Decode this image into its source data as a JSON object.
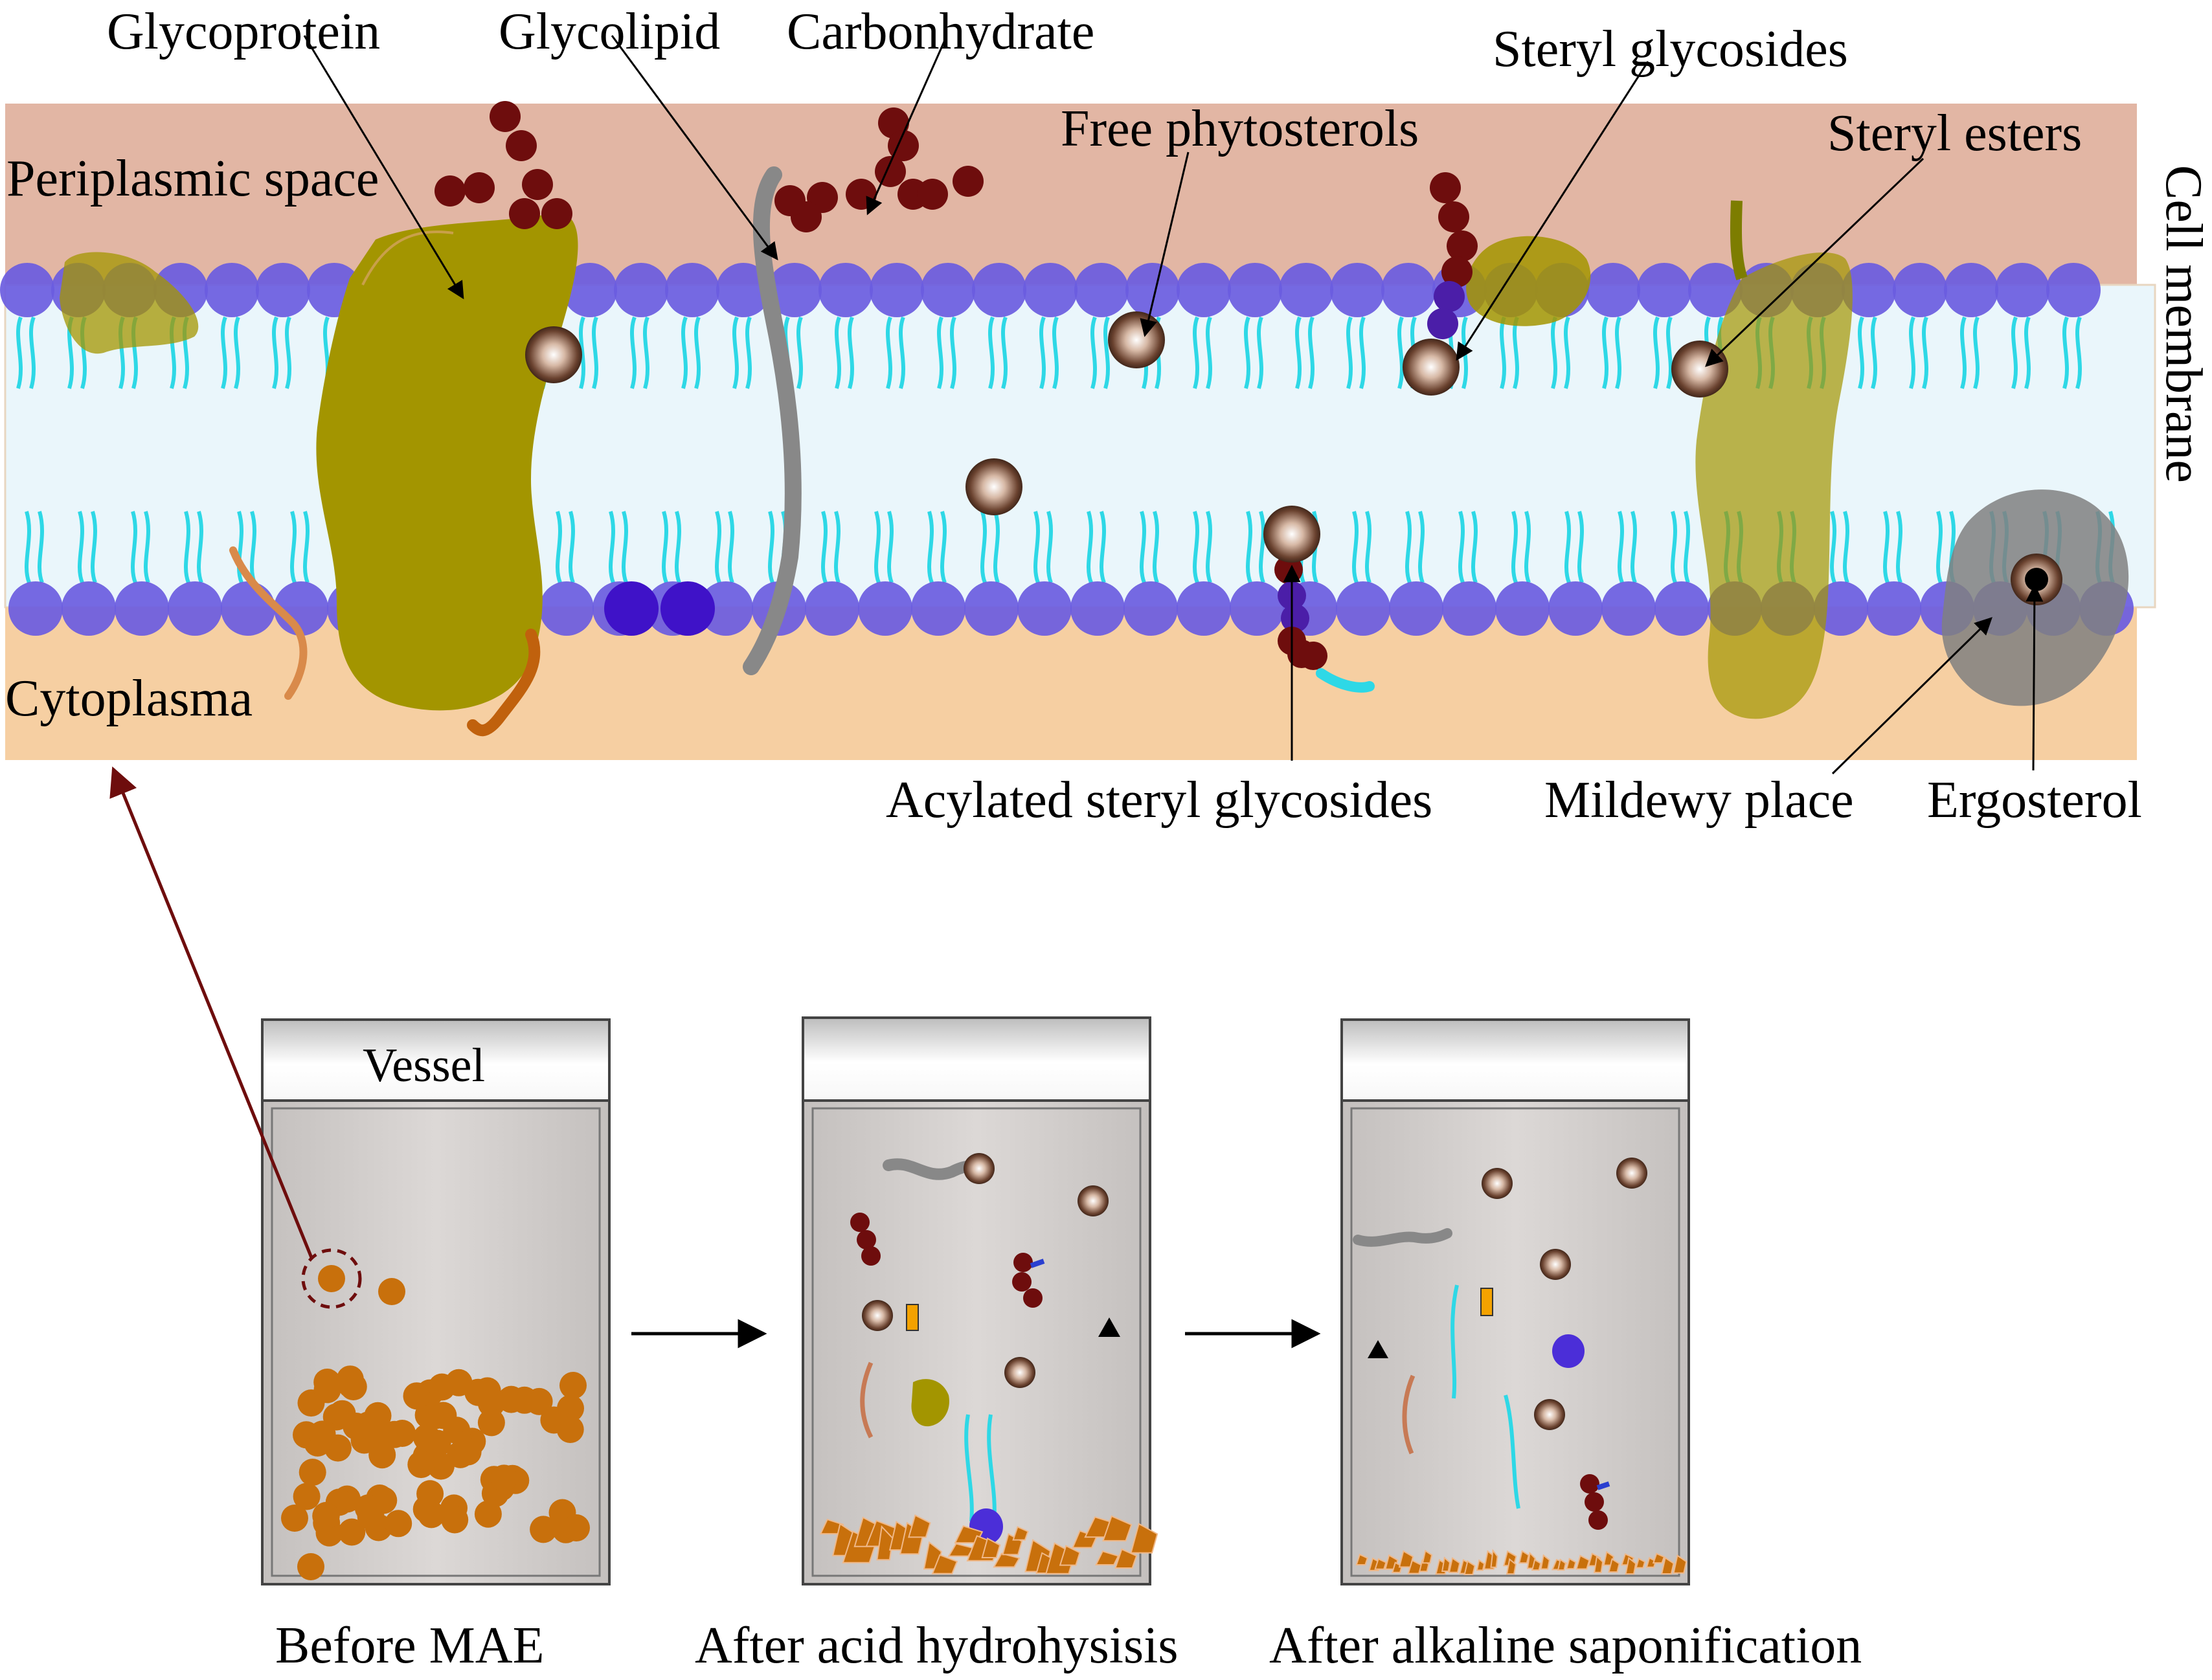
{
  "membrane": {
    "region_labels": {
      "periplasmic": "Periplasmic space",
      "cytoplasma": "Cytoplasma",
      "cell_membrane": "Cell membrane"
    },
    "component_labels": {
      "glycoprotein": "Glycoprotein",
      "glycolipid": "Glycolipid",
      "carbonhydrate": "Carbonhydrate",
      "steryl_glycosides": "Steryl glycosides",
      "free_phytosterols": "Free phytosterols",
      "steryl_esters": "Steryl esters",
      "acylated_steryl_glycosides": "Acylated steryl glycosides",
      "mildewy_place": "Mildewy place",
      "ergosterol": "Ergosterol"
    }
  },
  "vessels": {
    "vessel_label": "Vessel",
    "stages": [
      "Before MAE",
      "After acid hydrohysisis",
      "After alkaline saponification"
    ]
  },
  "colors": {
    "periplasm": "#e2b6a4",
    "membrane_core": "#eaf6fb",
    "cytoplasm": "#f6cfa2",
    "head": "#6a5ce0",
    "tail": "#2ed8e6",
    "protein": "#a39500",
    "carbohydrate": "#6e0d0d",
    "sterol": "#7b5138",
    "particle": "#c8700c",
    "vessel_fill": "#d4d0ce"
  }
}
